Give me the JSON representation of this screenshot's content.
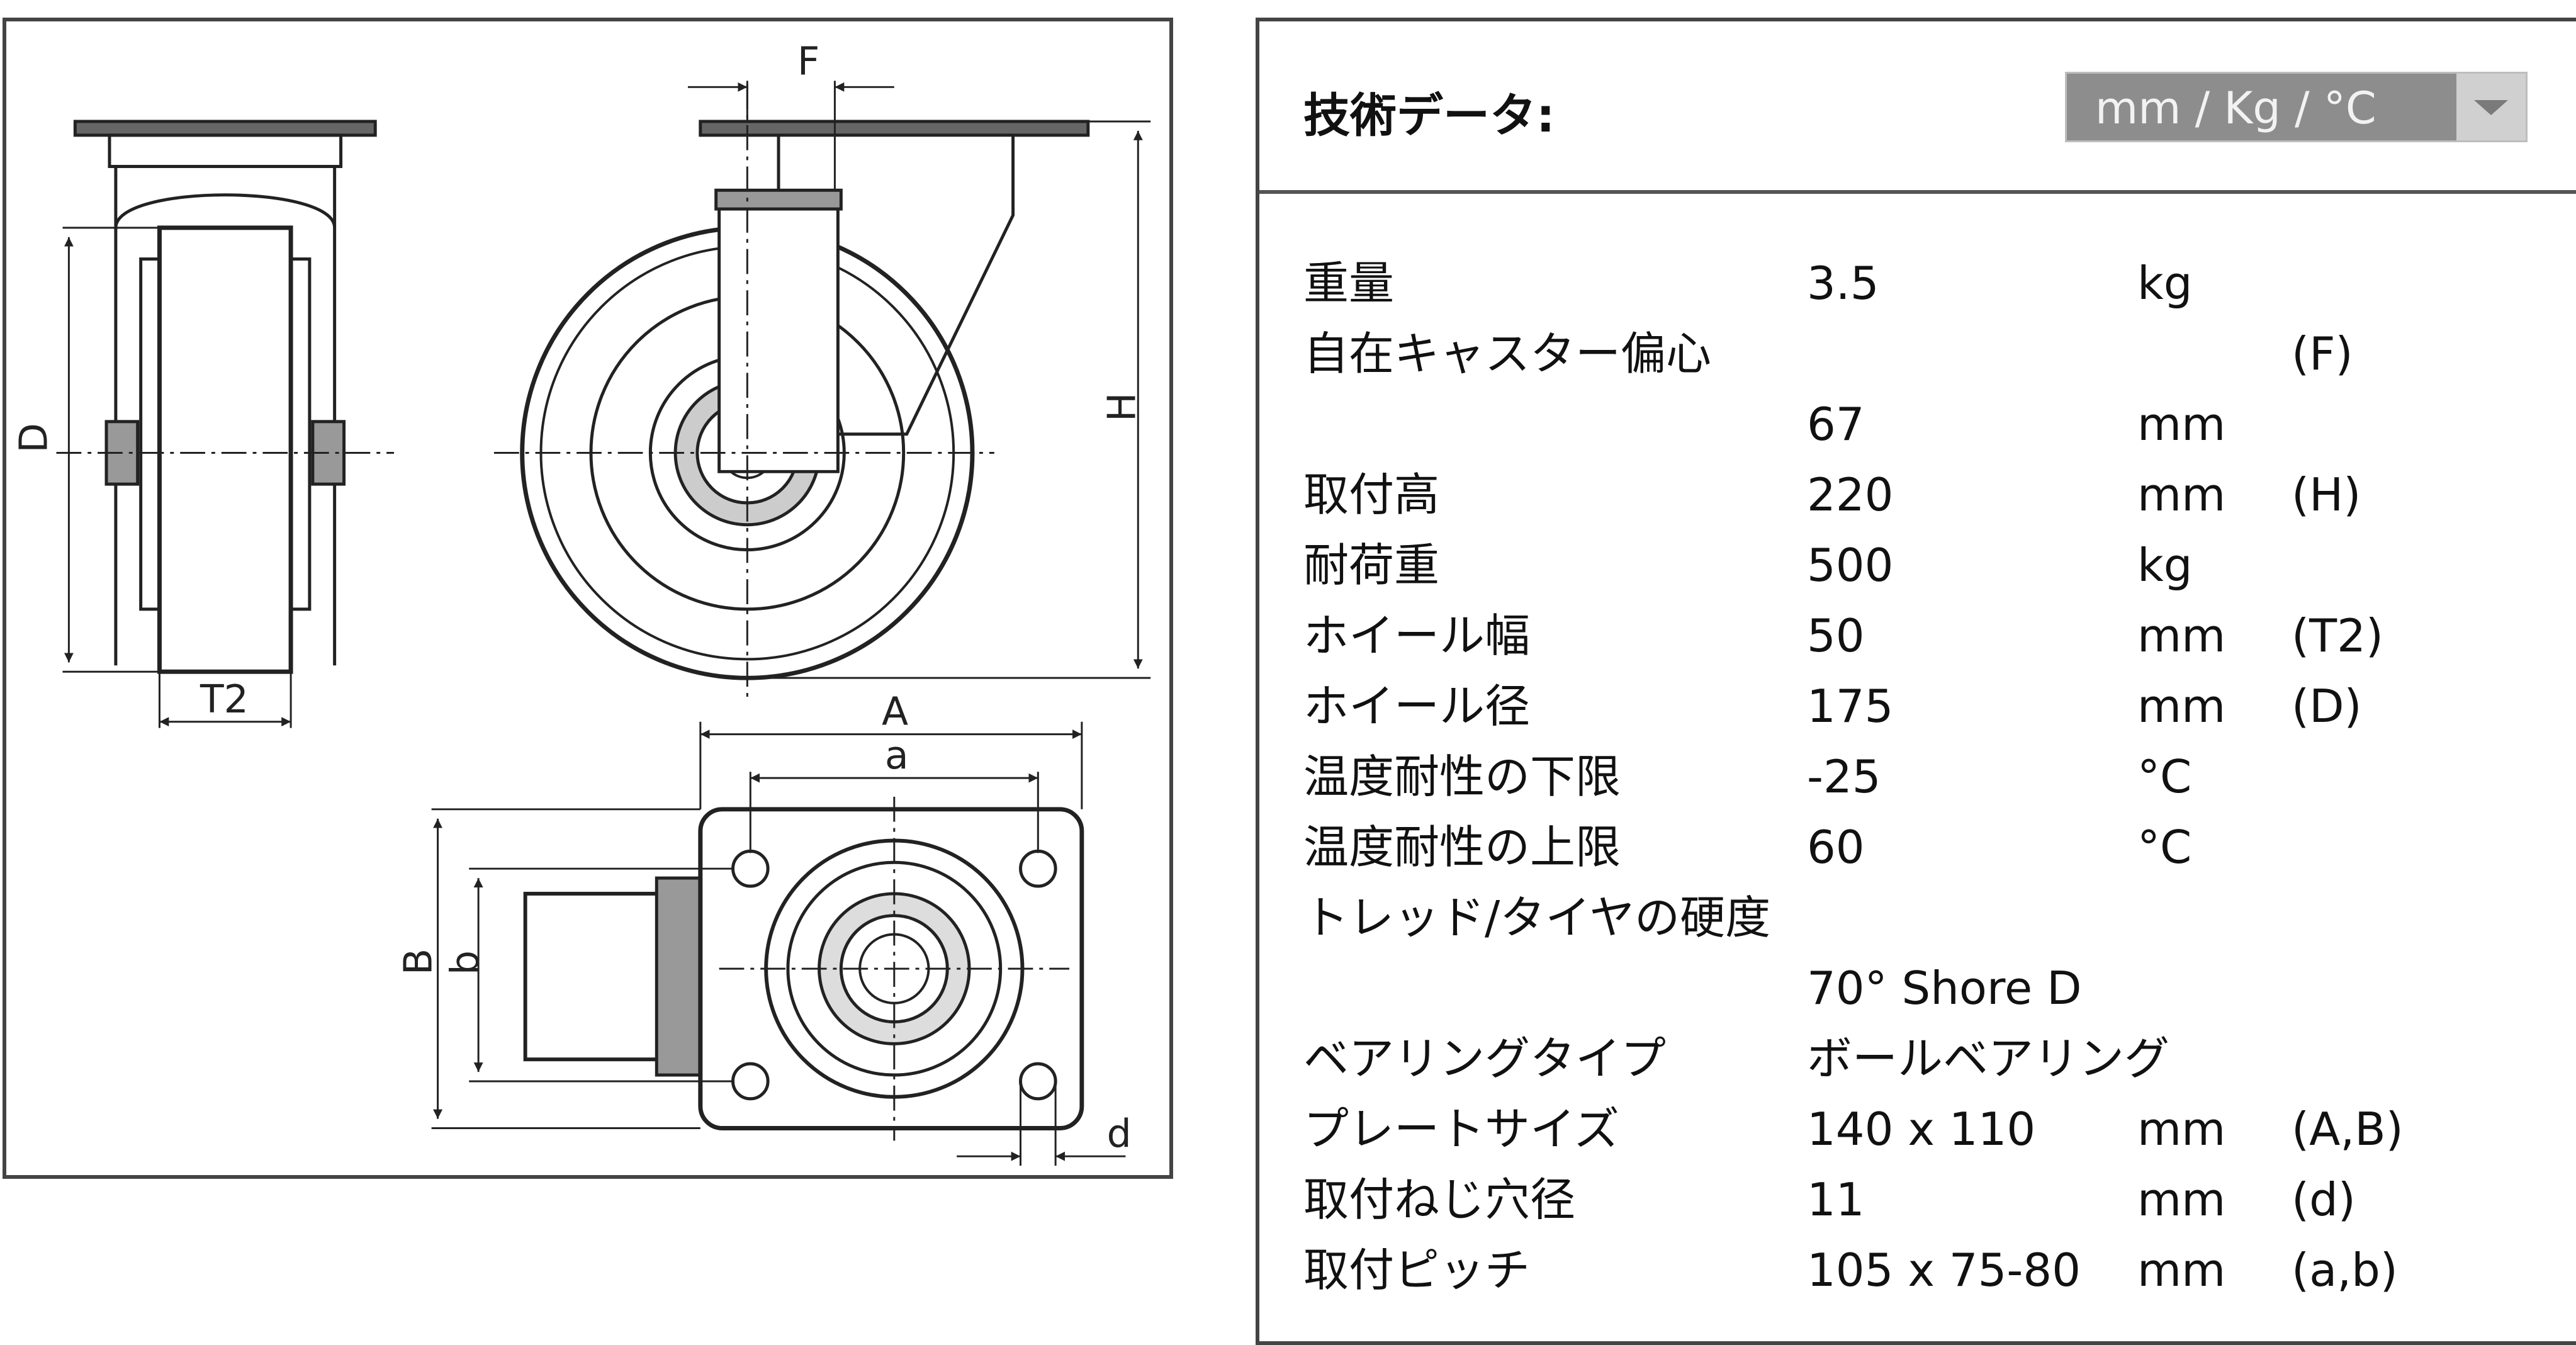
{
  "drawing": {
    "labels": {
      "d_front": "D",
      "t2": "T2",
      "f": "F",
      "h": "H",
      "a_upper": "A",
      "a_lower": "a",
      "b_upper": "B",
      "b_lower": "b",
      "d_hole": "d"
    }
  },
  "specs": {
    "title": "技術データ:",
    "unit_selector": {
      "selected": "mm / Kg / °C"
    },
    "rows": [
      {
        "label": "重量",
        "value": "3.5",
        "unit": "kg",
        "code": ""
      },
      {
        "label": "自在キャスター偏心",
        "value": "",
        "unit": "",
        "code": "(F)"
      },
      {
        "label": "",
        "value": "67",
        "unit": "mm",
        "code": ""
      },
      {
        "label": "取付高",
        "value": "220",
        "unit": "mm",
        "code": "(H)"
      },
      {
        "label": "耐荷重",
        "value": "500",
        "unit": "kg",
        "code": ""
      },
      {
        "label": "ホイール幅",
        "value": "50",
        "unit": "mm",
        "code": "(T2)"
      },
      {
        "label": "ホイール径",
        "value": "175",
        "unit": "mm",
        "code": "(D)"
      },
      {
        "label": "温度耐性の下限",
        "value": "-25",
        "unit": "°C",
        "code": ""
      },
      {
        "label": "温度耐性の上限",
        "value": "60",
        "unit": "°C",
        "code": ""
      },
      {
        "label": "トレッド/タイヤの硬度",
        "value": "",
        "unit": "",
        "code": ""
      },
      {
        "label": "",
        "value": "70° Shore D",
        "unit": "",
        "code": ""
      },
      {
        "label": "ベアリングタイプ",
        "value": "ボールベアリング",
        "unit": "",
        "code": ""
      },
      {
        "label": "プレートサイズ",
        "value": "140 x 110",
        "unit": "mm",
        "code": "(A,B)"
      },
      {
        "label": "取付ねじ穴径",
        "value": "11",
        "unit": "mm",
        "code": "(d)"
      },
      {
        "label": "取付ピッチ",
        "value": "105 x 75-80",
        "unit": "mm",
        "code": "(a,b)"
      }
    ]
  }
}
